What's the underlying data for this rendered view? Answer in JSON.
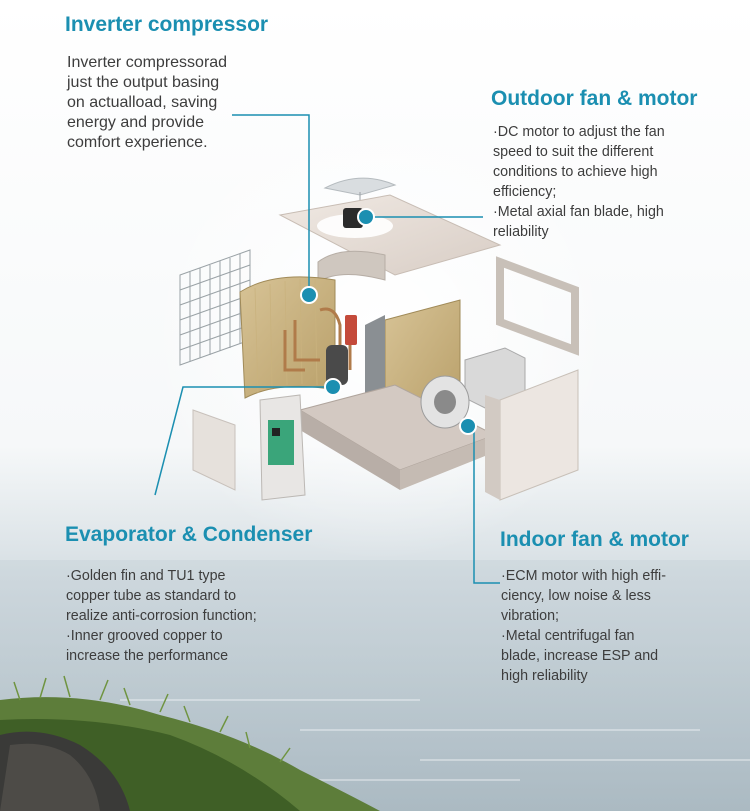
{
  "sections": {
    "inverter": {
      "title": "Inverter compressor",
      "lines": [
        "Inverter compressorad",
        "just the output basing",
        "on actualload, saving",
        "energy and provide",
        "comfort experience."
      ]
    },
    "outdoor": {
      "title": "Outdoor fan & motor",
      "lines": [
        "·DC motor to adjust the fan",
        "speed to suit the different",
        "conditions to achieve high",
        "efficiency;",
        "·Metal axial fan blade, high",
        "reliability"
      ]
    },
    "evaporator": {
      "title": "Evaporator & Condenser",
      "lines": [
        "·Golden fin and TU1 type",
        "copper tube as standard to",
        "realize anti-corrosion function;",
        "·Inner grooved copper to",
        "increase the performance"
      ]
    },
    "indoor": {
      "title": "Indoor fan & motor",
      "lines": [
        "·ECM motor with high effi-",
        "ciency, low noise & less",
        "vibration;",
        "·Metal centrifugal fan",
        "blade, increase ESP and",
        "high reliability"
      ]
    }
  },
  "colors": {
    "accent": "#1b8fb1",
    "text": "#3d3d3d"
  }
}
